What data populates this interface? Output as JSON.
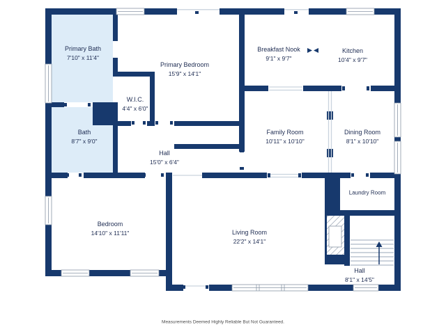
{
  "plan": {
    "colors": {
      "wall": "#17396d",
      "highlight_room": "#ddecf8",
      "window_frame": "#8a96a6",
      "label_text": "#1e2c52",
      "background": "#ffffff"
    },
    "rooms": {
      "primary_bath": {
        "name": "Primary Bath",
        "dims": "7'10\" x 11'4\"",
        "highlighted": true
      },
      "primary_bedroom": {
        "name": "Primary Bedroom",
        "dims": "15'9\" x 14'1\"",
        "highlighted": false
      },
      "wic": {
        "name": "W.I.C.",
        "dims": "4'4\" x 6'0\"",
        "highlighted": false
      },
      "breakfast_nook": {
        "name": "Breakfast Nook",
        "dims": "9'1\" x 9'7\"",
        "highlighted": false
      },
      "kitchen": {
        "name": "Kitchen",
        "dims": "10'4\" x 9'7\"",
        "highlighted": false
      },
      "bath": {
        "name": "Bath",
        "dims": "8'7\" x 9'0\"",
        "highlighted": true
      },
      "family_room": {
        "name": "Family Room",
        "dims": "10'11\" x 10'10\"",
        "highlighted": false
      },
      "dining_room": {
        "name": "Dining Room",
        "dims": "8'1\" x 10'10\"",
        "highlighted": false
      },
      "hall_mid": {
        "name": "Hall",
        "dims": "15'0\" x 6'4\"",
        "highlighted": false
      },
      "laundry": {
        "name": "Laundry Room",
        "dims": "",
        "highlighted": false
      },
      "bedroom": {
        "name": "Bedroom",
        "dims": "14'10\" x 11'11\"",
        "highlighted": false
      },
      "living_room": {
        "name": "Living Room",
        "dims": "22'2\" x 14'1\"",
        "highlighted": false
      },
      "hall_lower": {
        "name": "Hall",
        "dims": "8'1\" x 14'5\"",
        "highlighted": false
      }
    },
    "disclaimer": "Measurements Deemed Highly Reliable But Not Guaranteed."
  }
}
